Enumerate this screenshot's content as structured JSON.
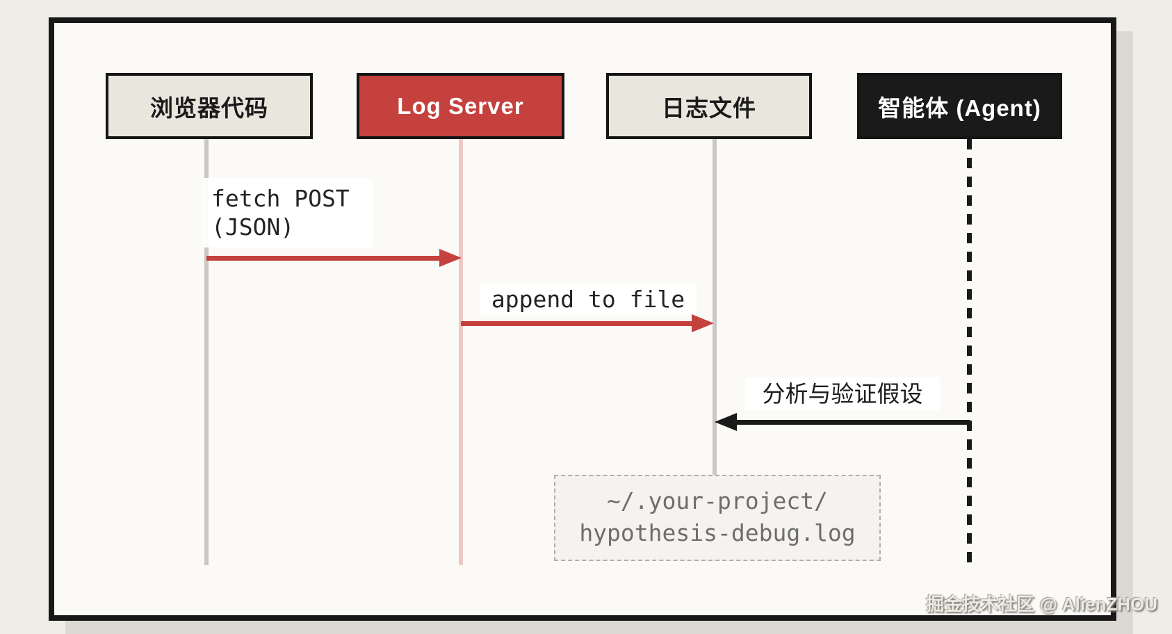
{
  "actors": [
    {
      "id": "browser-code",
      "label": "浏览器代码",
      "style": "light"
    },
    {
      "id": "log-server",
      "label": "Log Server",
      "style": "red"
    },
    {
      "id": "log-file",
      "label": "日志文件",
      "style": "light"
    },
    {
      "id": "agent",
      "label": "智能体 (Agent)",
      "style": "dark"
    }
  ],
  "messages": [
    {
      "from": "browser-code",
      "to": "log-server",
      "direction": "right",
      "color": "#c5413d",
      "lines": [
        "fetch POST",
        "(JSON)"
      ]
    },
    {
      "from": "log-server",
      "to": "log-file",
      "direction": "right",
      "color": "#c5413d",
      "lines": [
        "append to file"
      ]
    },
    {
      "from": "agent",
      "to": "log-file",
      "direction": "left",
      "color": "#1a1a1a",
      "lines": [
        "分析与验证假设"
      ]
    }
  ],
  "note": {
    "lines": [
      "~/.your-project/",
      "hypothesis-debug.log"
    ]
  },
  "watermark": "掘金技术社区 @ AlienZHOU",
  "colors": {
    "arrow_red": "#c5413d",
    "arrow_black": "#1a1a1a",
    "lifeline_pink": "#efc8c4",
    "lifeline_gray": "#c9c8c5",
    "box_light": "#e9e6de",
    "box_red": "#c5413d",
    "box_dark": "#1a1a1a",
    "frame_bg": "#fbfaf7",
    "page_bg": "#f0ede6"
  }
}
